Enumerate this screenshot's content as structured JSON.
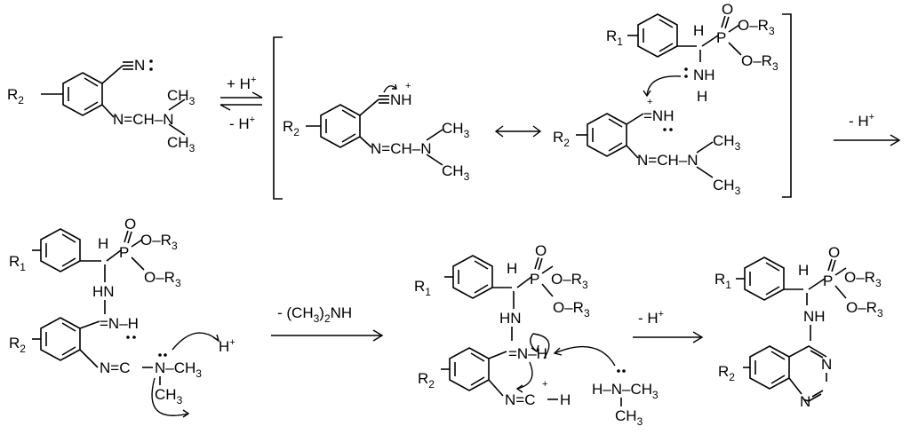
{
  "scheme": {
    "r1": "R",
    "r1_sub": "1",
    "r2": "R",
    "r2_sub": "2",
    "r3": "R",
    "r3_sub": "3",
    "n_nitrile": "N",
    "nh_plus": "NH",
    "plus": "+",
    "ch3_label": "CH",
    "ch3_sub": "3",
    "amidine_nch": "N=CH–N",
    "n_eq_ch": "N=C",
    "h": "H",
    "p": "P",
    "o": "O",
    "ome_link": "O–R",
    "nh": "NH",
    "n": "N",
    "hn": "HN",
    "eq_nh": "=NH",
    "eq_n_h": "=N–H",
    "nh_top": "NH",
    "h_minus_n": "H–N–CH",
    "n_ch3": "N–CH"
  },
  "reactions": {
    "step1_forward": "+ H",
    "step1_back": "- H",
    "h_plus_sup": "+",
    "step2": "- H",
    "step3": "- (CH",
    "step3_sub": "3",
    "step3_tail": ")",
    "step3_end": "2",
    "step3_nh": "NH",
    "step4": "- H"
  }
}
